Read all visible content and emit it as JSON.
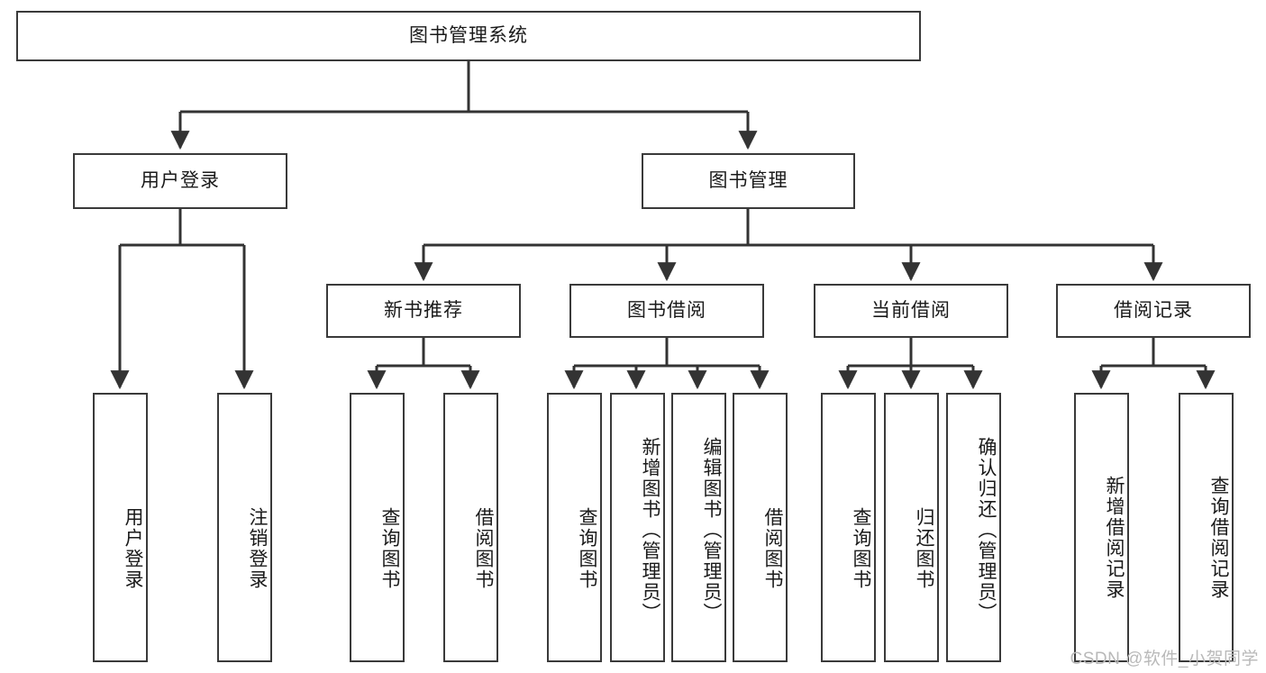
{
  "diagram": {
    "title": "图书管理系统",
    "type": "hierarchy-tree",
    "watermark": "CSDN @软件_小贺同学",
    "colors": {
      "box_border": "#3a3a3a",
      "box_fill": "#ffffff",
      "connector": "#333333",
      "text": "#1a1a1a",
      "watermark": "#b9b9b9",
      "background": "#ffffff"
    }
  },
  "nodes": {
    "root": {
      "label": "图书管理系统",
      "orientation": "horizontal",
      "level": 1
    },
    "level2": [
      {
        "id": "user-login",
        "label": "用户登录",
        "orientation": "horizontal",
        "level": 2
      },
      {
        "id": "book-management",
        "label": "图书管理",
        "orientation": "horizontal",
        "level": 2
      }
    ],
    "level3": [
      {
        "id": "new-book-recommend",
        "label": "新书推荐",
        "orientation": "horizontal",
        "level": 3
      },
      {
        "id": "book-borrow",
        "label": "图书借阅",
        "orientation": "horizontal",
        "level": 3
      },
      {
        "id": "current-borrow",
        "label": "当前借阅",
        "orientation": "horizontal",
        "level": 3
      },
      {
        "id": "borrow-record",
        "label": "借阅记录",
        "orientation": "horizontal",
        "level": 3
      }
    ],
    "leaves": [
      {
        "id": "leaf-user-login",
        "label": "用户登录",
        "parent": "user-login",
        "orientation": "vertical"
      },
      {
        "id": "leaf-user-logout",
        "label": "注销登录",
        "parent": "user-login",
        "orientation": "vertical"
      },
      {
        "id": "leaf-query-book-1",
        "label": "查询图书",
        "parent": "new-book-recommend",
        "orientation": "vertical"
      },
      {
        "id": "leaf-borrow-book-1",
        "label": "借阅图书",
        "parent": "new-book-recommend",
        "orientation": "vertical"
      },
      {
        "id": "leaf-query-book-2",
        "label": "查询图书",
        "parent": "book-borrow",
        "orientation": "vertical"
      },
      {
        "id": "leaf-add-book",
        "label": "新增图书（管理员）",
        "parent": "book-borrow",
        "orientation": "vertical"
      },
      {
        "id": "leaf-edit-book",
        "label": "编辑图书（管理员）",
        "parent": "book-borrow",
        "orientation": "vertical"
      },
      {
        "id": "leaf-borrow-book-2",
        "label": "借阅图书",
        "parent": "book-borrow",
        "orientation": "vertical"
      },
      {
        "id": "leaf-query-book-3",
        "label": "查询图书",
        "parent": "current-borrow",
        "orientation": "vertical"
      },
      {
        "id": "leaf-return-book",
        "label": "归还图书",
        "parent": "current-borrow",
        "orientation": "vertical"
      },
      {
        "id": "leaf-confirm-return",
        "label": "确认归还（管理员）",
        "parent": "current-borrow",
        "orientation": "vertical"
      },
      {
        "id": "leaf-add-record",
        "label": "新增借阅记录",
        "parent": "borrow-record",
        "orientation": "vertical"
      },
      {
        "id": "leaf-query-record",
        "label": "查询借阅记录",
        "parent": "borrow-record",
        "orientation": "vertical"
      }
    ]
  }
}
